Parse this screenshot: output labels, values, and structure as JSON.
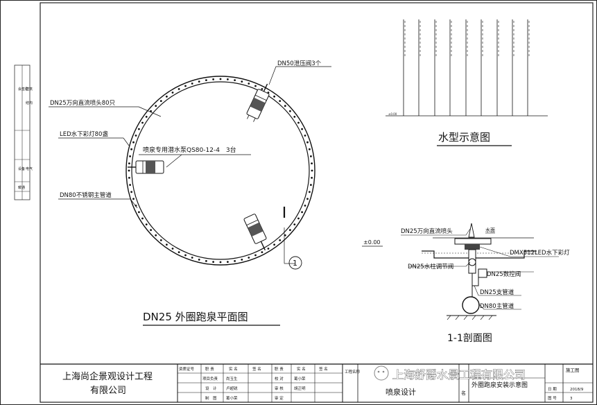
{
  "plan": {
    "title": "DN25 外圈跑泉平面图",
    "labels": {
      "relief_valve": "DN50泄压阀3个",
      "nozzle": "DN25万向直流喷头80只",
      "light": "LED水下彩灯80盏",
      "pump": "喷泉专用潜水泵QS80-12-4　3台",
      "pipe": "DN80不锈钢主管道"
    },
    "section_mark": "1"
  },
  "waterform": {
    "title": "水型示意图",
    "ground_text": "±0.00"
  },
  "section": {
    "title": "1-1剖面图",
    "level": "±0.00",
    "water_surface": "水面",
    "labels": {
      "nozzle": "DN25万向直流喷头",
      "light": "DMX512LED水下彩灯",
      "regulating_valve": "DN25水柱调节阀",
      "control_valve": "DN25数控阀",
      "branch_pipe": "DN25支管道",
      "main_pipe": "DN80主管道"
    }
  },
  "left_margin": {
    "labels": [
      "会签栏",
      "建筑",
      "结构",
      "设备",
      "电气",
      "暖通"
    ]
  },
  "title_block": {
    "company": [
      "上海尚企景观设计工程",
      "有限公司"
    ],
    "headers": [
      "资质证号",
      "职 责",
      "实 名",
      "签 名",
      "职 责",
      "实 名",
      "签 名"
    ],
    "rows": [
      [
        "项目负责",
        "尚玉生",
        "",
        "校 对",
        "葛小荣",
        ""
      ],
      [
        "设　计",
        "卢超锐",
        "",
        "审 核",
        "胡正明",
        ""
      ],
      [
        "制　图",
        "葛小荣",
        "",
        "审 定",
        "",
        ""
      ]
    ],
    "project_label": "工程名称",
    "project_name": "喷泉设计",
    "drawing_label": "名",
    "drawing_name": "外圈跑泉安装示意图",
    "phase": "施工图",
    "date_label": "日 期",
    "date": "2018/9",
    "number_label": "图 号",
    "number": "3"
  },
  "watermark": "上海舒爵水景工程有限公司"
}
